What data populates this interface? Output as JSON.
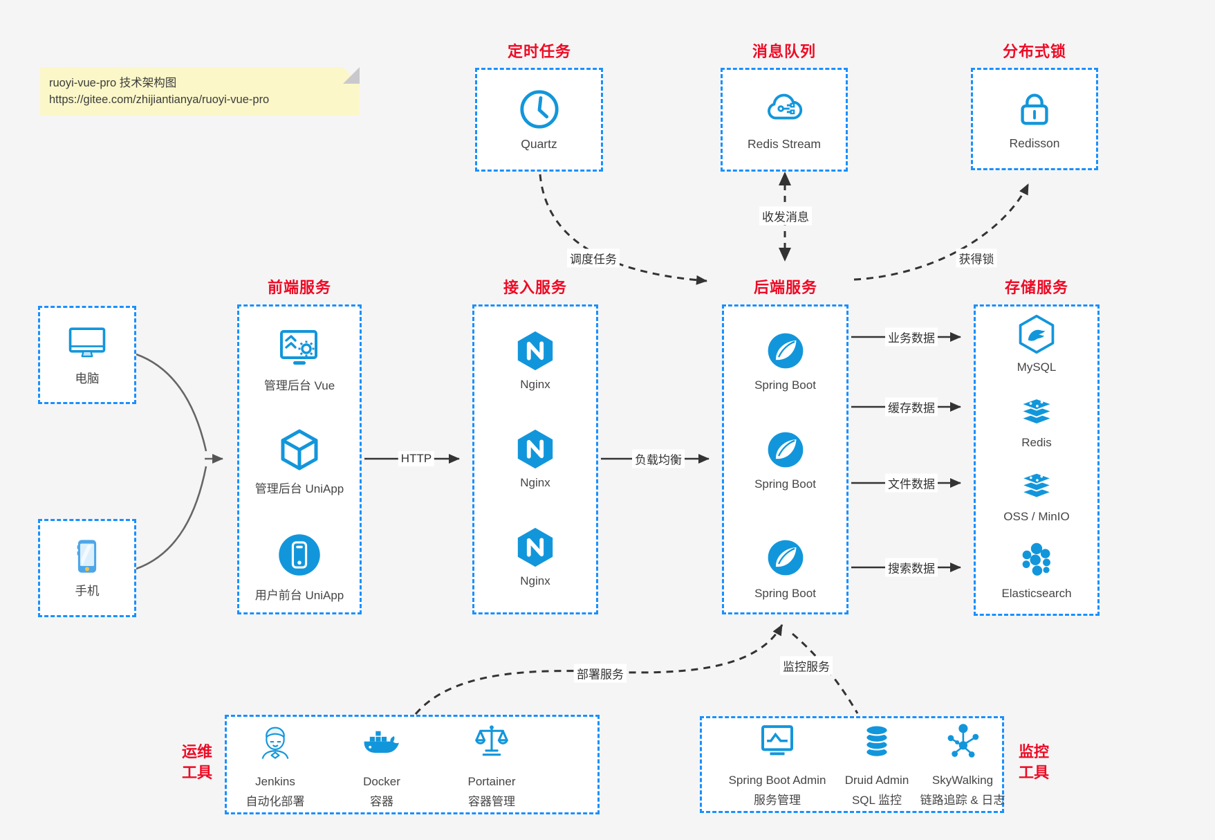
{
  "note": {
    "line1": "ruoyi-vue-pro 技术架构图",
    "line2": "https://gitee.com/zhijiantianya/ruoyi-vue-pro"
  },
  "colors": {
    "accent_blue": "#1890ff",
    "icon_blue": "#1296db",
    "title_red": "#ee0a24",
    "arrow_dark": "#333333",
    "note_yellow": "#fbf7c8",
    "canvas_bg": "#f5f5f6"
  },
  "clients": {
    "computer": {
      "label": "电脑",
      "icon": "computer-icon"
    },
    "phone": {
      "label": "手机",
      "icon": "phone-icon"
    }
  },
  "groups": {
    "scheduler": {
      "title": "定时任务",
      "item": {
        "label": "Quartz",
        "icon": "clock-icon"
      }
    },
    "mq": {
      "title": "消息队列",
      "item": {
        "label": "Redis Stream",
        "icon": "cloud-icon"
      }
    },
    "lock": {
      "title": "分布式锁",
      "item": {
        "label": "Redisson",
        "icon": "lock-icon"
      }
    },
    "front": {
      "title": "前端服务",
      "items": [
        {
          "label": "管理后台 Vue",
          "icon": "admin-vue-icon"
        },
        {
          "label": "管理后台 UniApp",
          "icon": "cube-icon"
        },
        {
          "label": "用户前台 UniApp",
          "icon": "user-app-icon"
        }
      ]
    },
    "access": {
      "title": "接入服务",
      "items": [
        {
          "label": "Nginx",
          "icon": "nginx-icon"
        },
        {
          "label": "Nginx",
          "icon": "nginx-icon"
        },
        {
          "label": "Nginx",
          "icon": "nginx-icon"
        }
      ]
    },
    "backend": {
      "title": "后端服务",
      "items": [
        {
          "label": "Spring Boot",
          "icon": "spring-icon"
        },
        {
          "label": "Spring Boot",
          "icon": "spring-icon"
        },
        {
          "label": "Spring Boot",
          "icon": "spring-icon"
        }
      ]
    },
    "storage": {
      "title": "存储服务",
      "items": [
        {
          "label": "MySQL",
          "icon": "mysql-icon"
        },
        {
          "label": "Redis",
          "icon": "stack-icon"
        },
        {
          "label": "OSS / MinIO",
          "icon": "stack-icon"
        },
        {
          "label": "Elasticsearch",
          "icon": "elasticsearch-icon"
        }
      ]
    },
    "ops": {
      "title_line1": "运维",
      "title_line2": "工具",
      "items": [
        {
          "name": "Jenkins",
          "desc": "自动化部署",
          "icon": "jenkins-icon"
        },
        {
          "name": "Docker",
          "desc": "容器",
          "icon": "docker-icon"
        },
        {
          "name": "Portainer",
          "desc": "容器管理",
          "icon": "scales-icon"
        }
      ]
    },
    "monitor": {
      "title_line1": "监控",
      "title_line2": "工具",
      "items": [
        {
          "name": "Spring Boot Admin",
          "desc": "服务管理",
          "icon": "monitor-chart-icon"
        },
        {
          "name": "Druid Admin",
          "desc": "SQL 监控",
          "icon": "database-icon"
        },
        {
          "name": "SkyWalking",
          "desc": "链路追踪 & 日志",
          "icon": "network-icon"
        }
      ]
    }
  },
  "edges": {
    "http": "HTTP",
    "load_balance": "负载均衡",
    "schedule": "调度任务",
    "message": "收发消息",
    "acquire_lock": "获得锁",
    "business_data": "业务数据",
    "cache_data": "缓存数据",
    "file_data": "文件数据",
    "search_data": "搜索数据",
    "deploy": "部署服务",
    "monitor": "监控服务"
  }
}
